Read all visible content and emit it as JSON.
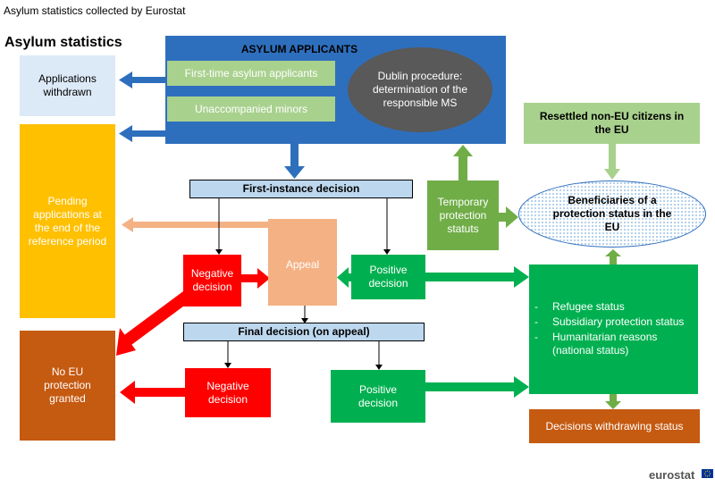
{
  "header": {
    "caption": "Asylum statistics collected by Eurostat",
    "title": "Asylum statistics"
  },
  "nodes": {
    "applicants": "ASYLUM APPLICANTS",
    "first_time": "First-time asylum applicants",
    "minors": "Unaccompanied minors",
    "dublin": "Dublin procedure: determination of the responsible MS",
    "withdrawn": "Applications withdrawn",
    "pending": "Pending applications at the end of the reference period",
    "first_instance": "First-instance decision",
    "temporary": "Temporary protection statuts",
    "resettled": "Resettled non-EU citizens in the EU",
    "beneficiaries": "Beneficiaries of a protection status in the EU",
    "negative_first": "Negative decision",
    "appeal": "Appeal",
    "positive_first": "Positive decision",
    "statuses": [
      "Refugee status",
      "Subsidiary protection status",
      "Humanitarian reasons (national status)"
    ],
    "final_decision": "Final decision (on appeal)",
    "no_protection": "No EU protection granted",
    "negative_final": "Negative decision",
    "positive_final": "Positive decision",
    "withdrawing": "Decisions withdrawing status"
  },
  "footer": {
    "logo": "eurostat"
  },
  "colors": {
    "blue": "#2e6fbd",
    "light_green": "#a9d18e",
    "grey": "#595959",
    "pale_blue": "#dce9f7",
    "amber": "#ffc000",
    "label_blue": "#bdd7ee",
    "mid_green": "#70ad47",
    "red": "#ff0000",
    "salmon": "#f4b183",
    "green": "#00b050",
    "brown": "#c55a11"
  }
}
